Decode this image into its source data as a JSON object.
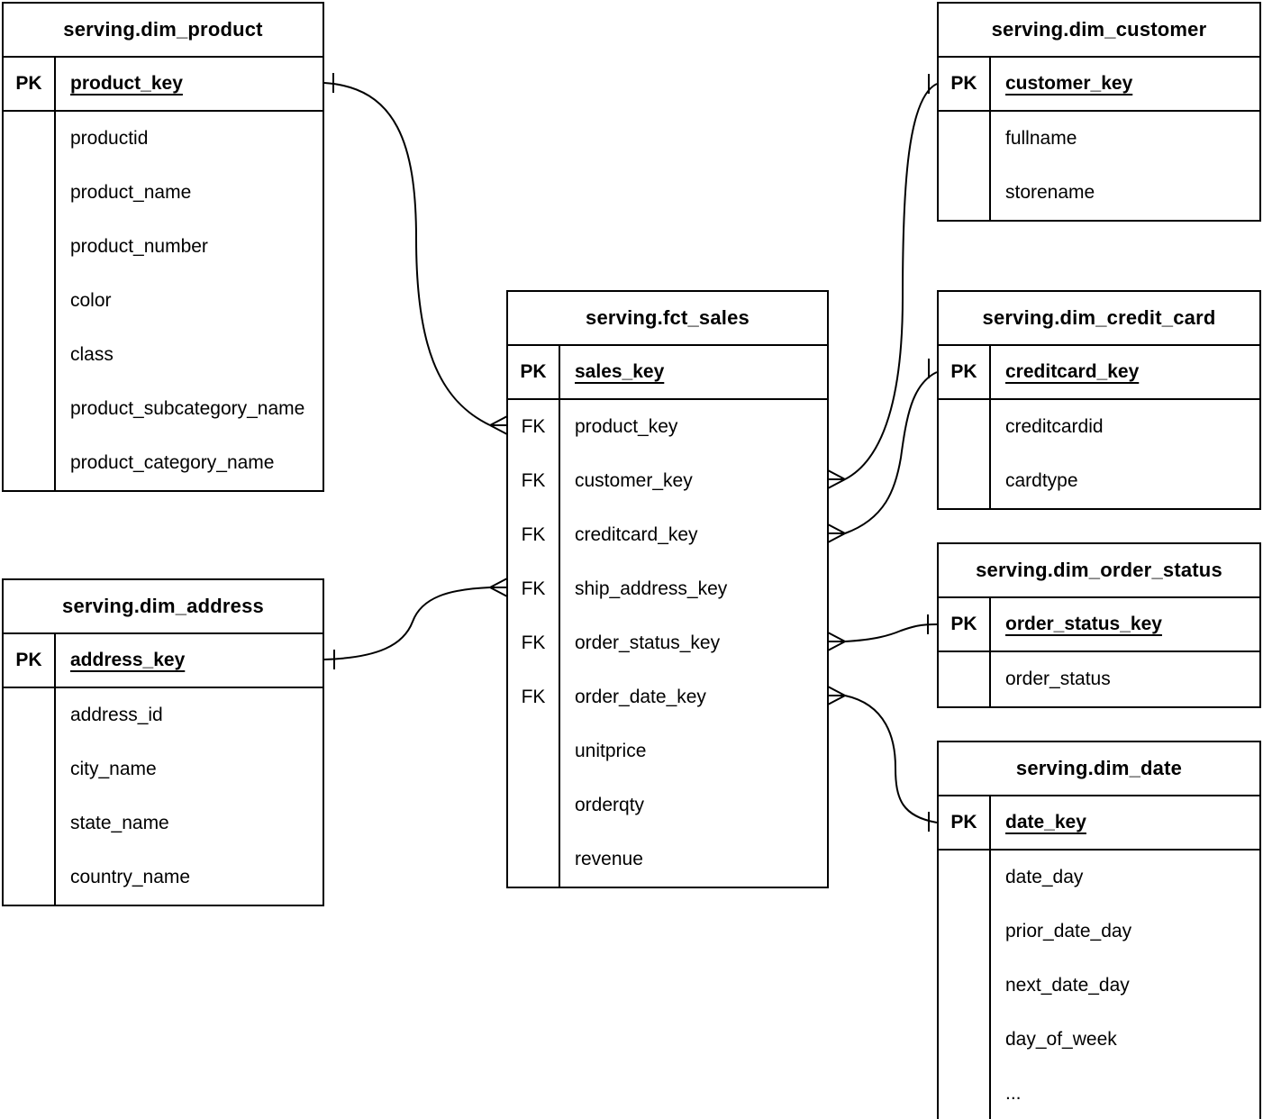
{
  "diagram": {
    "colors": {
      "line": "#000000",
      "background": "#ffffff",
      "text": "#000000"
    },
    "tables": [
      {
        "id": "dim_product",
        "title": "serving.dim_product",
        "rows": [
          {
            "key": "PK",
            "field": "product_key",
            "is_key": true
          },
          {
            "key": "",
            "field": "productid"
          },
          {
            "key": "",
            "field": "product_name"
          },
          {
            "key": "",
            "field": "product_number"
          },
          {
            "key": "",
            "field": "color"
          },
          {
            "key": "",
            "field": "class"
          },
          {
            "key": "",
            "field": "product_subcategory_name"
          },
          {
            "key": "",
            "field": "product_category_name"
          }
        ]
      },
      {
        "id": "dim_customer",
        "title": "serving.dim_customer",
        "rows": [
          {
            "key": "PK",
            "field": "customer_key",
            "is_key": true
          },
          {
            "key": "",
            "field": "fullname"
          },
          {
            "key": "",
            "field": "storename"
          }
        ]
      },
      {
        "id": "fct_sales",
        "title": "serving.fct_sales",
        "rows": [
          {
            "key": "PK",
            "field": "sales_key",
            "is_key": true
          },
          {
            "key": "FK",
            "field": "product_key"
          },
          {
            "key": "FK",
            "field": "customer_key"
          },
          {
            "key": "FK",
            "field": "creditcard_key"
          },
          {
            "key": "FK",
            "field": "ship_address_key"
          },
          {
            "key": "FK",
            "field": "order_status_key"
          },
          {
            "key": "FK",
            "field": "order_date_key"
          },
          {
            "key": "",
            "field": "unitprice"
          },
          {
            "key": "",
            "field": "orderqty"
          },
          {
            "key": "",
            "field": "revenue"
          }
        ]
      },
      {
        "id": "dim_credit_card",
        "title": "serving.dim_credit_card",
        "rows": [
          {
            "key": "PK",
            "field": "creditcard_key",
            "is_key": true
          },
          {
            "key": "",
            "field": "creditcardid"
          },
          {
            "key": "",
            "field": "cardtype"
          }
        ]
      },
      {
        "id": "dim_order_status",
        "title": "serving.dim_order_status",
        "rows": [
          {
            "key": "PK",
            "field": "order_status_key",
            "is_key": true
          },
          {
            "key": "",
            "field": "order_status"
          }
        ]
      },
      {
        "id": "dim_date",
        "title": "serving.dim_date",
        "rows": [
          {
            "key": "PK",
            "field": "date_key",
            "is_key": true
          },
          {
            "key": "",
            "field": "date_day"
          },
          {
            "key": "",
            "field": "prior_date_day"
          },
          {
            "key": "",
            "field": "next_date_day"
          },
          {
            "key": "",
            "field": "day_of_week"
          },
          {
            "key": "",
            "field": "..."
          }
        ]
      },
      {
        "id": "dim_address",
        "title": "serving.dim_address",
        "rows": [
          {
            "key": "PK",
            "field": "address_key",
            "is_key": true
          },
          {
            "key": "",
            "field": "address_id"
          },
          {
            "key": "",
            "field": "city_name"
          },
          {
            "key": "",
            "field": "state_name"
          },
          {
            "key": "",
            "field": "country_name"
          }
        ]
      }
    ],
    "relations": [
      {
        "from": "serving.dim_product.product_key",
        "to": "serving.fct_sales.product_key",
        "cardinality": "one-to-many"
      },
      {
        "from": "serving.dim_customer.customer_key",
        "to": "serving.fct_sales.customer_key",
        "cardinality": "one-to-many"
      },
      {
        "from": "serving.dim_credit_card.creditcard_key",
        "to": "serving.fct_sales.creditcard_key",
        "cardinality": "one-to-many"
      },
      {
        "from": "serving.dim_address.address_key",
        "to": "serving.fct_sales.ship_address_key",
        "cardinality": "one-to-many"
      },
      {
        "from": "serving.dim_order_status.order_status_key",
        "to": "serving.fct_sales.order_status_key",
        "cardinality": "one-to-many"
      },
      {
        "from": "serving.dim_date.date_key",
        "to": "serving.fct_sales.order_date_key",
        "cardinality": "one-to-many"
      }
    ]
  }
}
